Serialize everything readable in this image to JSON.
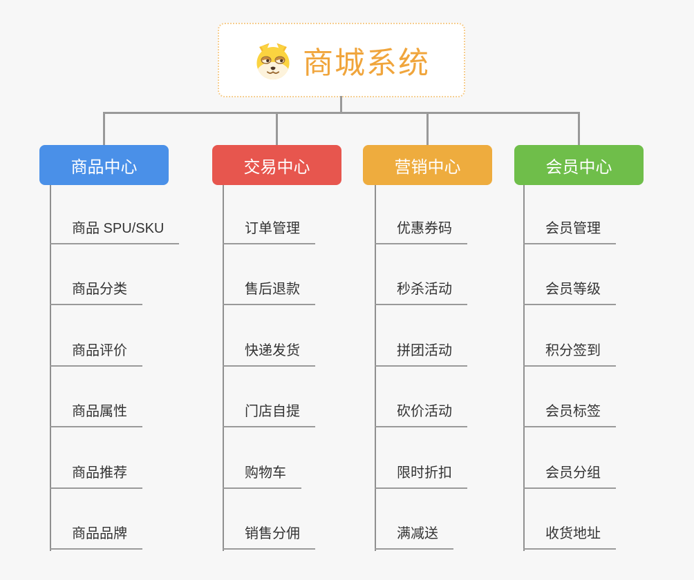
{
  "page": {
    "background_color": "#f7f7f7",
    "connector_color": "#999999"
  },
  "root": {
    "title": "商城系统",
    "icon": "doge-icon",
    "text_color": "#f0a53c",
    "border_color": "#f6cd8e"
  },
  "branches": [
    {
      "label": "商品中心",
      "color": "#4a90e8",
      "children": [
        "商品 SPU/SKU",
        "商品分类",
        "商品评价",
        "商品属性",
        "商品推荐",
        "商品品牌"
      ]
    },
    {
      "label": "交易中心",
      "color": "#e7564e",
      "children": [
        "订单管理",
        "售后退款",
        "快递发货",
        "门店自提",
        "购物车",
        "销售分佣"
      ]
    },
    {
      "label": "营销中心",
      "color": "#eeac3e",
      "children": [
        "优惠券码",
        "秒杀活动",
        "拼团活动",
        "砍价活动",
        "限时折扣",
        "满减送"
      ]
    },
    {
      "label": "会员中心",
      "color": "#6fbe4a",
      "children": [
        "会员管理",
        "会员等级",
        "积分签到",
        "会员标签",
        "会员分组",
        "收货地址"
      ]
    }
  ]
}
